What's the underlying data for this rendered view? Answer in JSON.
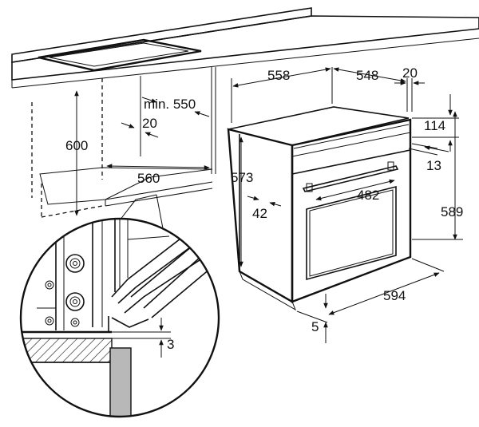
{
  "dimensions": {
    "niche_height": "600",
    "niche_min_depth": "min. 550",
    "niche_gap": "20",
    "niche_width": "560",
    "oven_depth_total": "558",
    "oven_depth_body": "548",
    "front_thickness": "20",
    "panel_height": "114",
    "body_height": "573",
    "handle_offset": "13",
    "door_width": "482",
    "side_offset": "42",
    "front_height": "589",
    "front_width": "594",
    "bottom_gap": "5",
    "detail_gap": "3"
  },
  "colors": {
    "line": "#111111",
    "hatch": "#111111",
    "panel_gray": "#b8b8b8",
    "background": "#ffffff"
  }
}
